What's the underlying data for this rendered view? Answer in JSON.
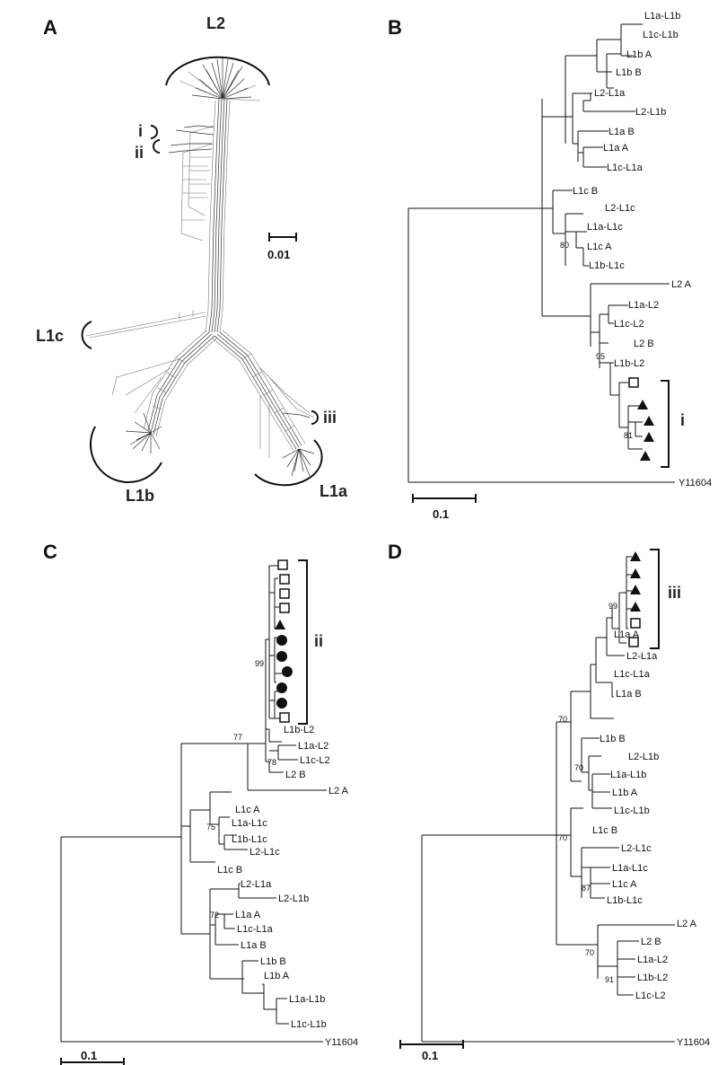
{
  "figure": {
    "panels": {
      "a": {
        "letter": "A",
        "clusters": {
          "l2": "L2",
          "l1c": "L1c",
          "l1b": "L1b",
          "l1a": "L1a"
        },
        "sub_labels": {
          "i": "i",
          "ii": "ii",
          "iii": "iii"
        },
        "scale": "0.01"
      },
      "b": {
        "letter": "B",
        "leaves": [
          "L1a-L1b",
          "L1c-L1b",
          "L1b A",
          "L1b B",
          "L2-L1a",
          "L2-L1b",
          "L1a B",
          "L1a A",
          "L1c-L1a",
          "L1c B",
          "L2-L1c",
          "L1a-L1c",
          "L1c A",
          "L1b-L1c",
          "L2 A",
          "L1a-L2",
          "L1c-L2",
          "L2 B",
          "L1b-L2",
          "Y11604"
        ],
        "bootstrap": [
          "80",
          "95",
          "81"
        ],
        "clade_label": "i",
        "scale": "0.1"
      },
      "c": {
        "letter": "C",
        "leaves": [
          "L1b-L2",
          "L1a-L2",
          "L1c-L2",
          "L2 B",
          "L2 A",
          "L1c A",
          "L1a-L1c",
          "L1b-L1c",
          "L2-L1c",
          "L1c B",
          "L2-L1a",
          "L2-L1b",
          "L1a A",
          "L1c-L1a",
          "L1a B",
          "L1b B",
          "L1b A",
          "L1a-L1b",
          "L1c-L1b",
          "Y11604"
        ],
        "bootstrap": [
          "99",
          "77",
          "78",
          "75",
          "72"
        ],
        "clade_label": "ii",
        "scale": "0.1"
      },
      "d": {
        "letter": "D",
        "leaves": [
          "L1a A",
          "L2-L1a",
          "L1c-L1a",
          "L1a B",
          "L1b B",
          "L2-L1b",
          "L1a-L1b",
          "L1b A",
          "L1c-L1b",
          "L1c B",
          "L2-L1c",
          "L1a-L1c",
          "L1c A",
          "L1b-L1c",
          "L2 A",
          "L2 B",
          "L1a-L2",
          "L1b-L2",
          "L1c-L2",
          "Y11604"
        ],
        "bootstrap": [
          "99",
          "70",
          "70",
          "70",
          "87",
          "70",
          "91"
        ],
        "clade_label": "iii",
        "scale": "0.1"
      }
    }
  }
}
